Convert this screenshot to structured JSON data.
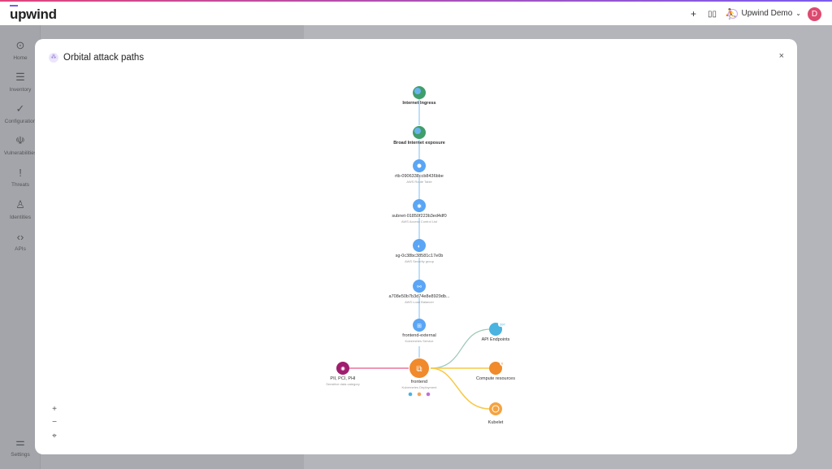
{
  "app": {
    "logo": "upwind",
    "org": "Upwind Demo",
    "avatar": "D"
  },
  "topbar": {
    "icons": [
      "plus-icon",
      "book-icon",
      "user-run-icon"
    ]
  },
  "sidebar": {
    "items": [
      {
        "label": "Home",
        "icon": "home-icon"
      },
      {
        "label": "Inventory",
        "icon": "list-icon"
      },
      {
        "label": "Configuration",
        "icon": "check-icon"
      },
      {
        "label": "Vulnerabilities",
        "icon": "bug-icon"
      },
      {
        "label": "Threats",
        "icon": "alert-icon"
      },
      {
        "label": "Identities",
        "icon": "person-icon"
      },
      {
        "label": "APIs",
        "icon": "code-icon"
      },
      {
        "label": "Settings",
        "icon": "sliders-icon"
      }
    ]
  },
  "modal": {
    "title": "Orbital attack paths",
    "close": "×"
  },
  "nodes": {
    "ingress": {
      "label": "Internet Ingress"
    },
    "broad": {
      "label": "Broad Internet exposure"
    },
    "rtb": {
      "label": "rtb-0906338ccb8436bbe",
      "sub": "AWS Route Table"
    },
    "subnet": {
      "label": "subnet-01850f223b3ed4df0",
      "sub": "AWS Access Control List"
    },
    "sg": {
      "label": "sg-0c38bc38581c17e0b",
      "sub": "AWS Security group"
    },
    "lb": {
      "label": "a708e50b7b3d74e8e8929db...",
      "sub": "AWS Load Balancer"
    },
    "svc": {
      "label": "frontend-external",
      "sub": "Kubernetes Service"
    },
    "frontend": {
      "label": "frontend",
      "sub": "Kubernetes Deployment"
    },
    "pii": {
      "label": "PII, PCI, PHI",
      "sub": "Sensitive data category"
    },
    "api": {
      "label": "API Endpoints",
      "badge": "397"
    },
    "compute": {
      "label": "Compute resources",
      "badge": "6"
    },
    "kubelet": {
      "label": "Kubelet"
    }
  },
  "zoom": {
    "in": "+",
    "out": "−"
  },
  "colors": {
    "blue": "#5aa5f5",
    "orange": "#f08a2c",
    "magenta": "#a01c6e",
    "line": "#a9d4f7",
    "yellow": "#f7c948"
  }
}
